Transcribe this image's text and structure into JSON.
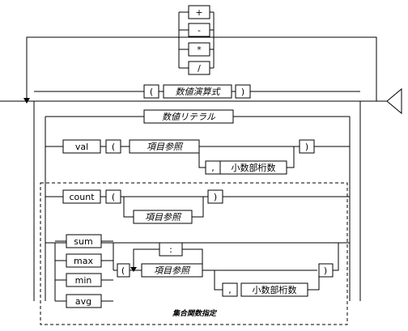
{
  "diagram": {
    "operators": [
      "+",
      "-",
      "*",
      "/"
    ],
    "paren_open": "(",
    "paren_close": ")",
    "comma": ",",
    "colon": ":",
    "numeric_expression": "数値演算式",
    "numeric_literal": "数値リテラル",
    "item_reference": "項目参照",
    "decimal_digits": "小数部桁数",
    "func_val": "val",
    "func_count": "count",
    "aggregate_functions": [
      "sum",
      "max",
      "min",
      "avg"
    ],
    "aggregate_caption": "集合関数指定"
  }
}
